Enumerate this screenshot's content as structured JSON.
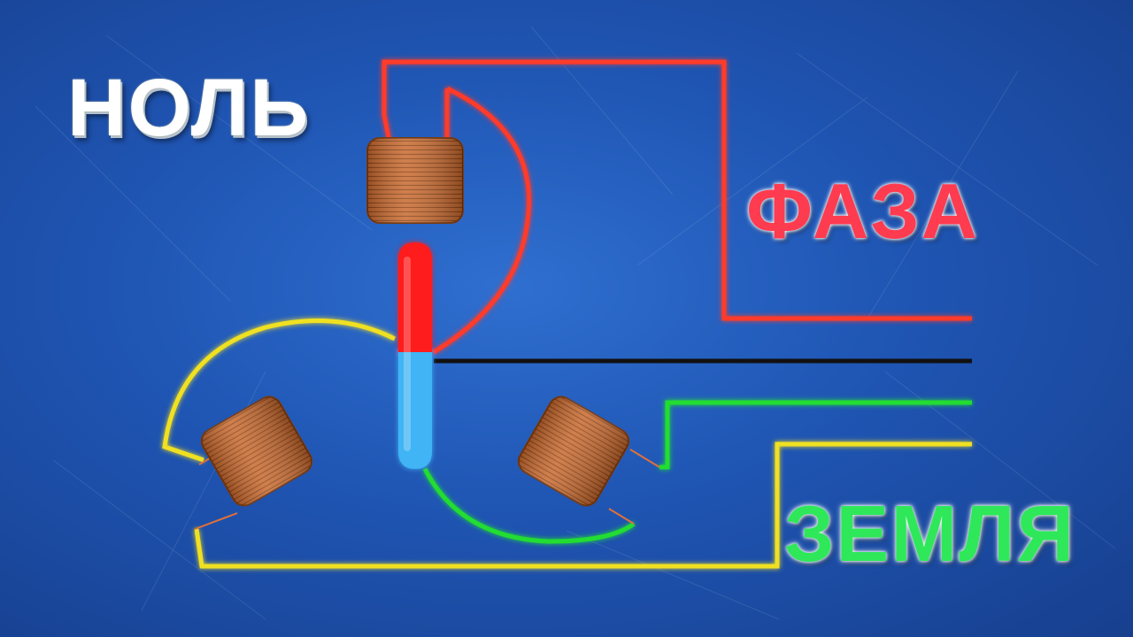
{
  "labels": {
    "neutral": "НОЛЬ",
    "phase": "ФАЗА",
    "earth": "ЗЕМЛЯ"
  },
  "colors": {
    "phase_wire": "#ff3a2a",
    "neutral_wire": "#111111",
    "earth_wire": "#22dd33",
    "loop_wire": "#f0e020",
    "coil": "#c9692e",
    "rotor_top": "#ff1a1a",
    "rotor_bottom": "#3fb4f5"
  },
  "components": {
    "coils": [
      "top-coil",
      "left-coil",
      "right-coil"
    ],
    "rotor": "magnet-rotor"
  }
}
